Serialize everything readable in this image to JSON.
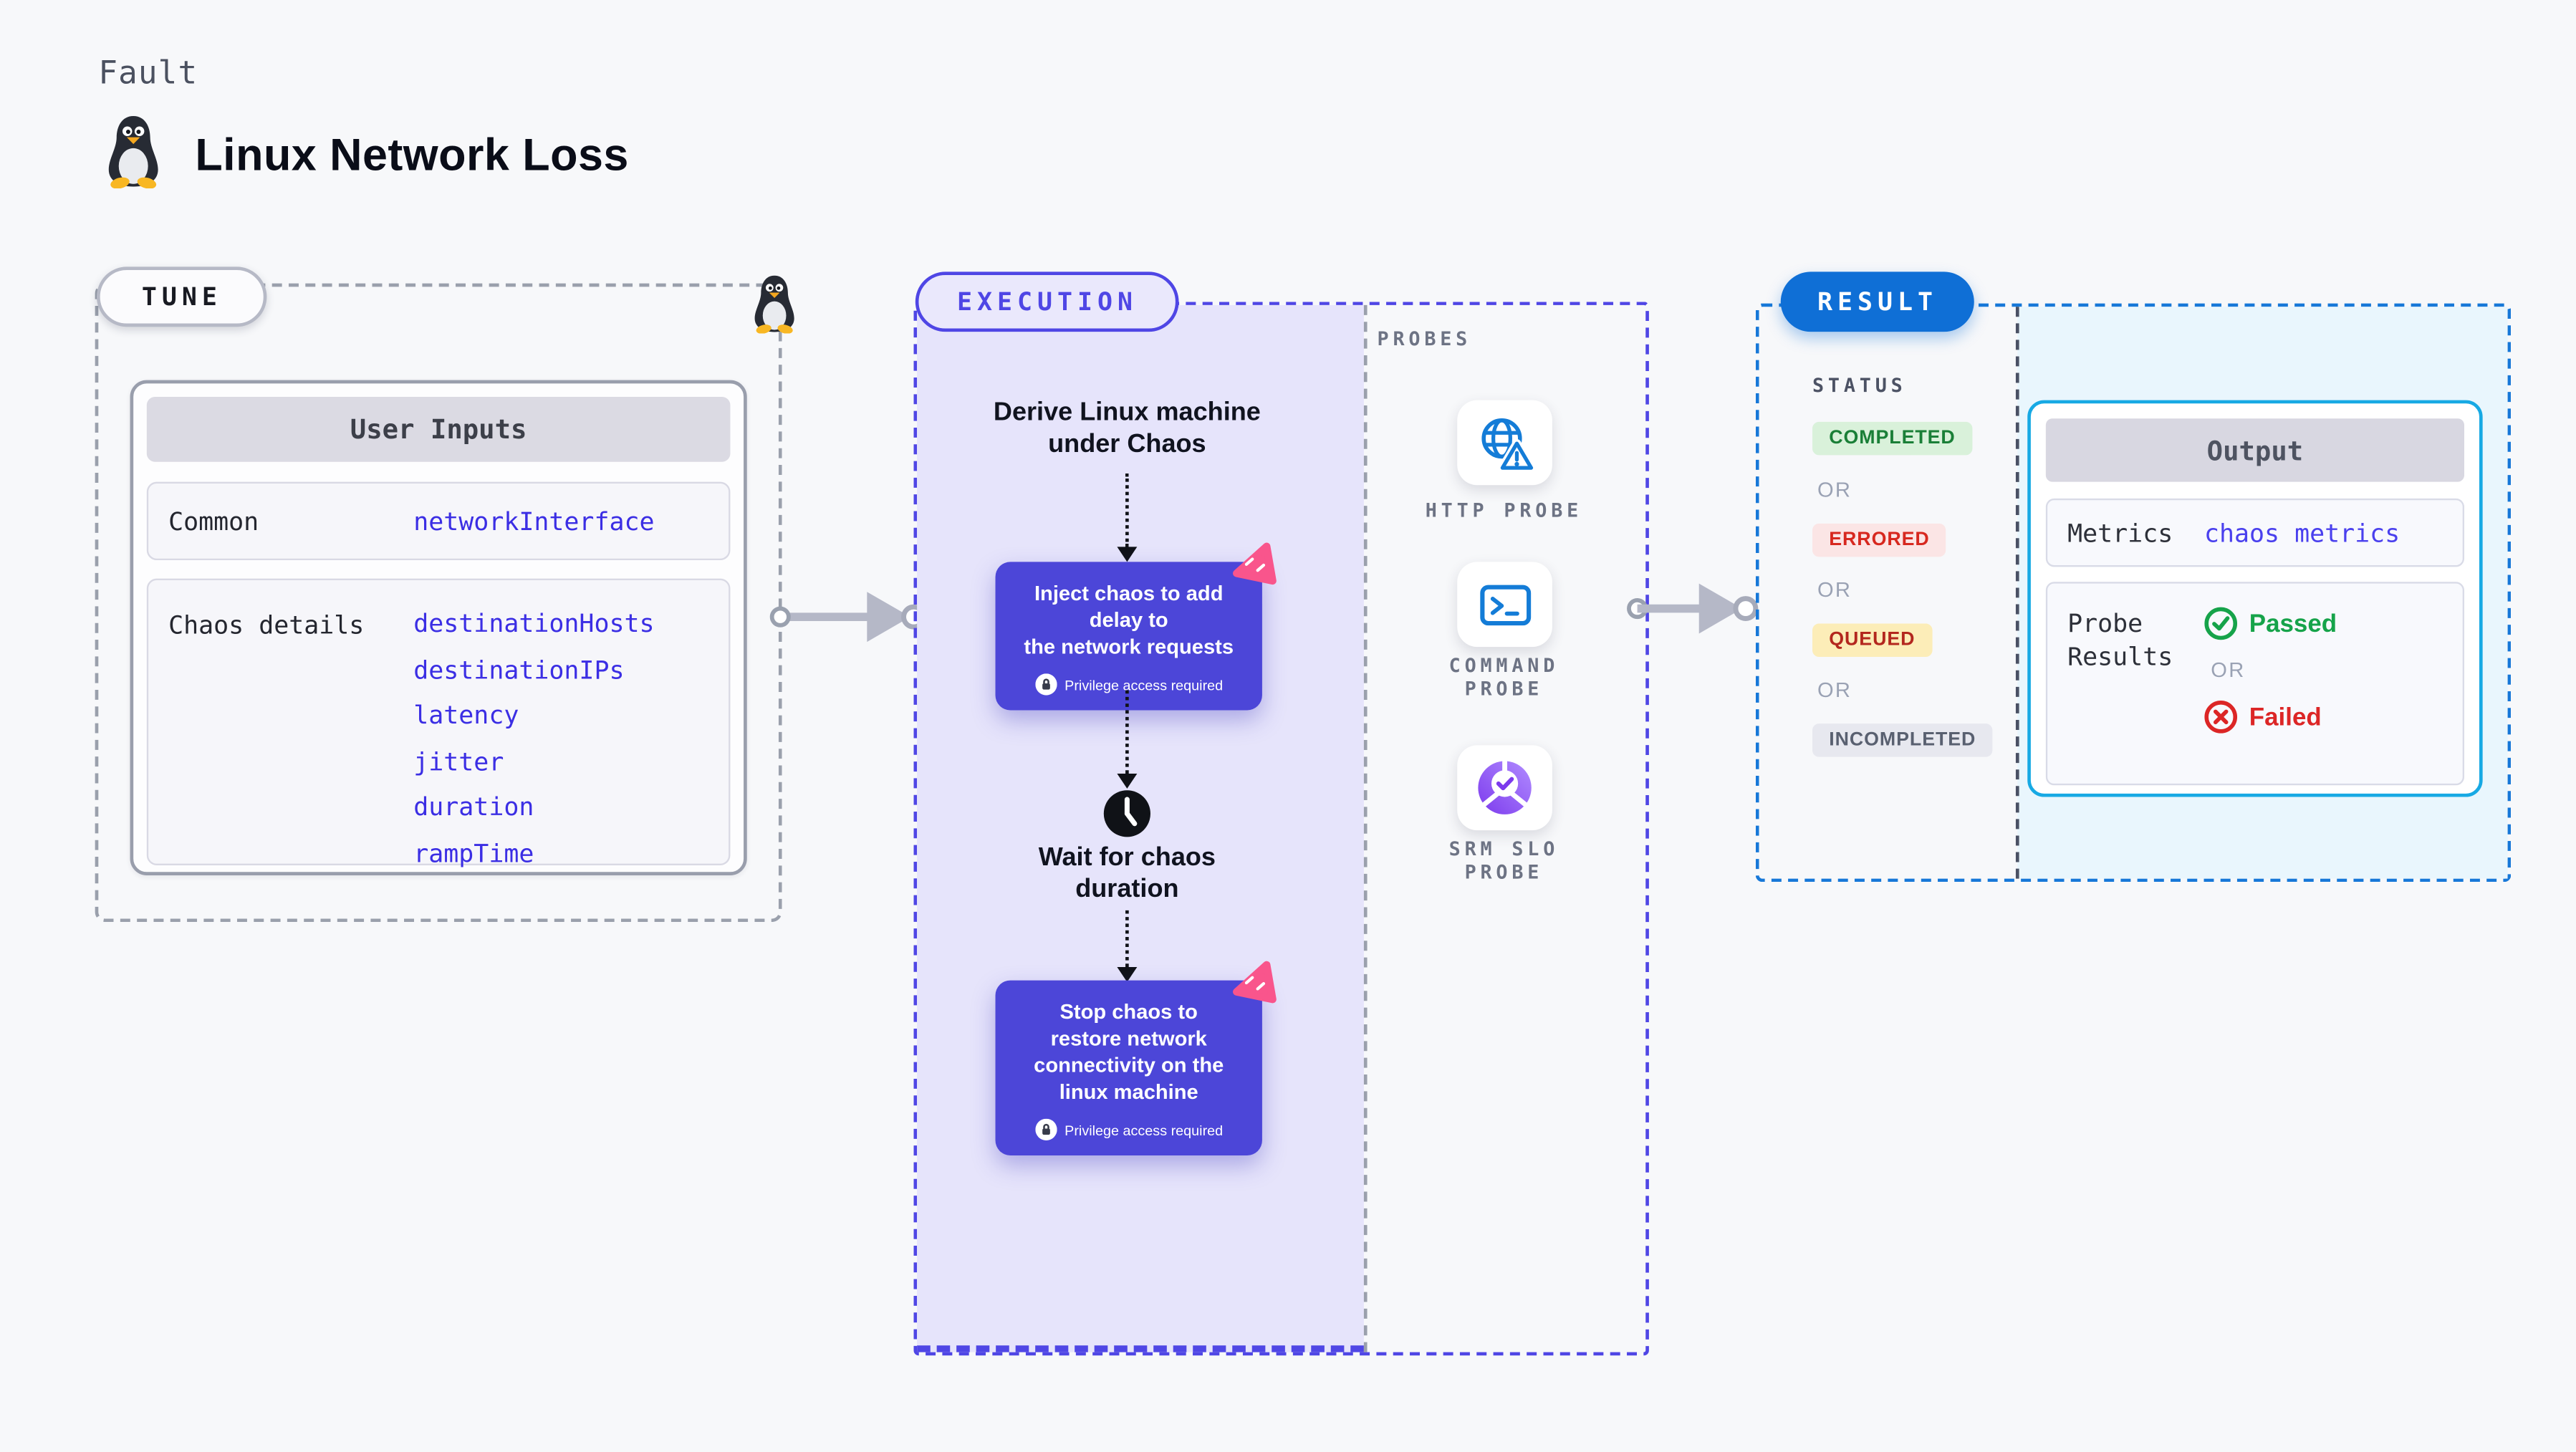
{
  "page": {
    "kicker": "Fault",
    "title": "Linux Network Loss"
  },
  "colors": {
    "accent_indigo": "#4f46e5",
    "node_purple": "#4c46d8",
    "chaos_pink": "#f9558c",
    "result_blue": "#0f6fd6",
    "output_border_cyan": "#17a9e4",
    "success_green": "#16a34a",
    "error_red": "#dc2626",
    "value_blue": "#3b2ee4",
    "dashed_gray": "#9aa0ac",
    "lavender_fill": "#e6e4fb",
    "cyan_fill": "#e9f6fd"
  },
  "tune": {
    "label": "TUNE",
    "card_header": "User Inputs",
    "common_label": "Common",
    "common_value": "networkInterface",
    "chaos_label": "Chaos details",
    "chaos_items": [
      "destinationHosts",
      "destinationIPs",
      "latency",
      "jitter",
      "duration",
      "rampTime"
    ]
  },
  "execution": {
    "label": "EXECUTION",
    "derive_title": "Derive Linux machine\nunder Chaos",
    "inject_title": "Inject chaos to add delay to\nthe network requests",
    "privilege_badge": "Privilege access required",
    "wait_title": "Wait for chaos\nduration",
    "stop_title": "Stop chaos to\nrestore network\nconnectivity on the\nlinux machine"
  },
  "probes": {
    "label": "PROBES",
    "items": [
      {
        "name": "HTTP PROBE",
        "icon": "globe-alert-icon"
      },
      {
        "name": "COMMAND\nPROBE",
        "icon": "terminal-icon"
      },
      {
        "name": "SRM SLO\nPROBE",
        "icon": "slo-pie-check-icon"
      }
    ]
  },
  "result": {
    "label": "RESULT",
    "status_label": "STATUS",
    "or_label": "OR",
    "statuses": [
      {
        "text": "COMPLETED"
      },
      {
        "text": "ERRORED"
      },
      {
        "text": "QUEUED"
      },
      {
        "text": "INCOMPLETED"
      }
    ],
    "output": {
      "header": "Output",
      "metrics_label": "Metrics",
      "metrics_value": "chaos metrics",
      "probe_label": "Probe\nResults",
      "passed": "Passed",
      "or_label": "OR",
      "failed": "Failed"
    }
  }
}
